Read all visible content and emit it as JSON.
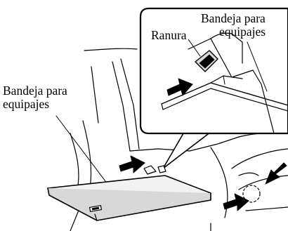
{
  "labels": {
    "tray_main_line1": "Bandeja para",
    "tray_main_line2": "equipajes",
    "slot": "Ranura",
    "tray_inset_line1": "Bandeja para",
    "tray_inset_line2": "equipajes"
  },
  "colors": {
    "line": "#000000",
    "arrow_fill": "#000000",
    "background": "#ffffff",
    "tray_fill": "#f2f2f2",
    "shade": "#d8d8d8"
  }
}
